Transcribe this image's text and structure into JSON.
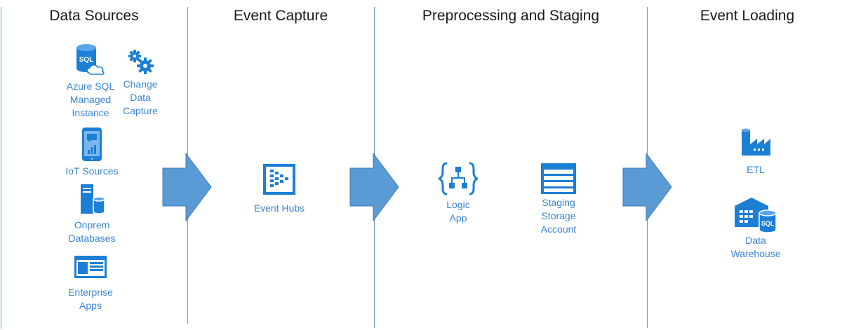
{
  "colors": {
    "icon_blue": "#1c7fd6",
    "label_blue": "#3a85d6",
    "arrow_blue": "#5b9bd5",
    "divider": "#6f95c8"
  },
  "stages": [
    {
      "title": "Data Sources"
    },
    {
      "title": "Event Capture"
    },
    {
      "title": "Preprocessing and Staging"
    },
    {
      "title": "Event Loading"
    }
  ],
  "nodes": {
    "azure_sql": {
      "label": "Azure SQL\nManaged\nInstance",
      "icon": "sql-database-cloud-icon",
      "icon_text": "SQL"
    },
    "cdc": {
      "label": "Change\nData\nCapture",
      "icon": "gears-icon"
    },
    "iot": {
      "label": "IoT Sources",
      "icon": "mobile-device-icon"
    },
    "onprem": {
      "label": "Onprem\nDatabases",
      "icon": "server-database-icon"
    },
    "enterprise": {
      "label": "Enterprise\nApps",
      "icon": "app-window-icon"
    },
    "event_hubs": {
      "label": "Event Hubs",
      "icon": "event-hubs-icon"
    },
    "logic_app": {
      "label": "Logic\nApp",
      "icon": "logic-app-icon"
    },
    "staging": {
      "label": "Staging\nStorage\nAccount",
      "icon": "storage-table-icon"
    },
    "etl": {
      "label": "ETL",
      "icon": "factory-icon"
    },
    "dw": {
      "label": "Data\nWarehouse",
      "icon": "data-warehouse-icon",
      "icon_text": "SQL"
    }
  }
}
